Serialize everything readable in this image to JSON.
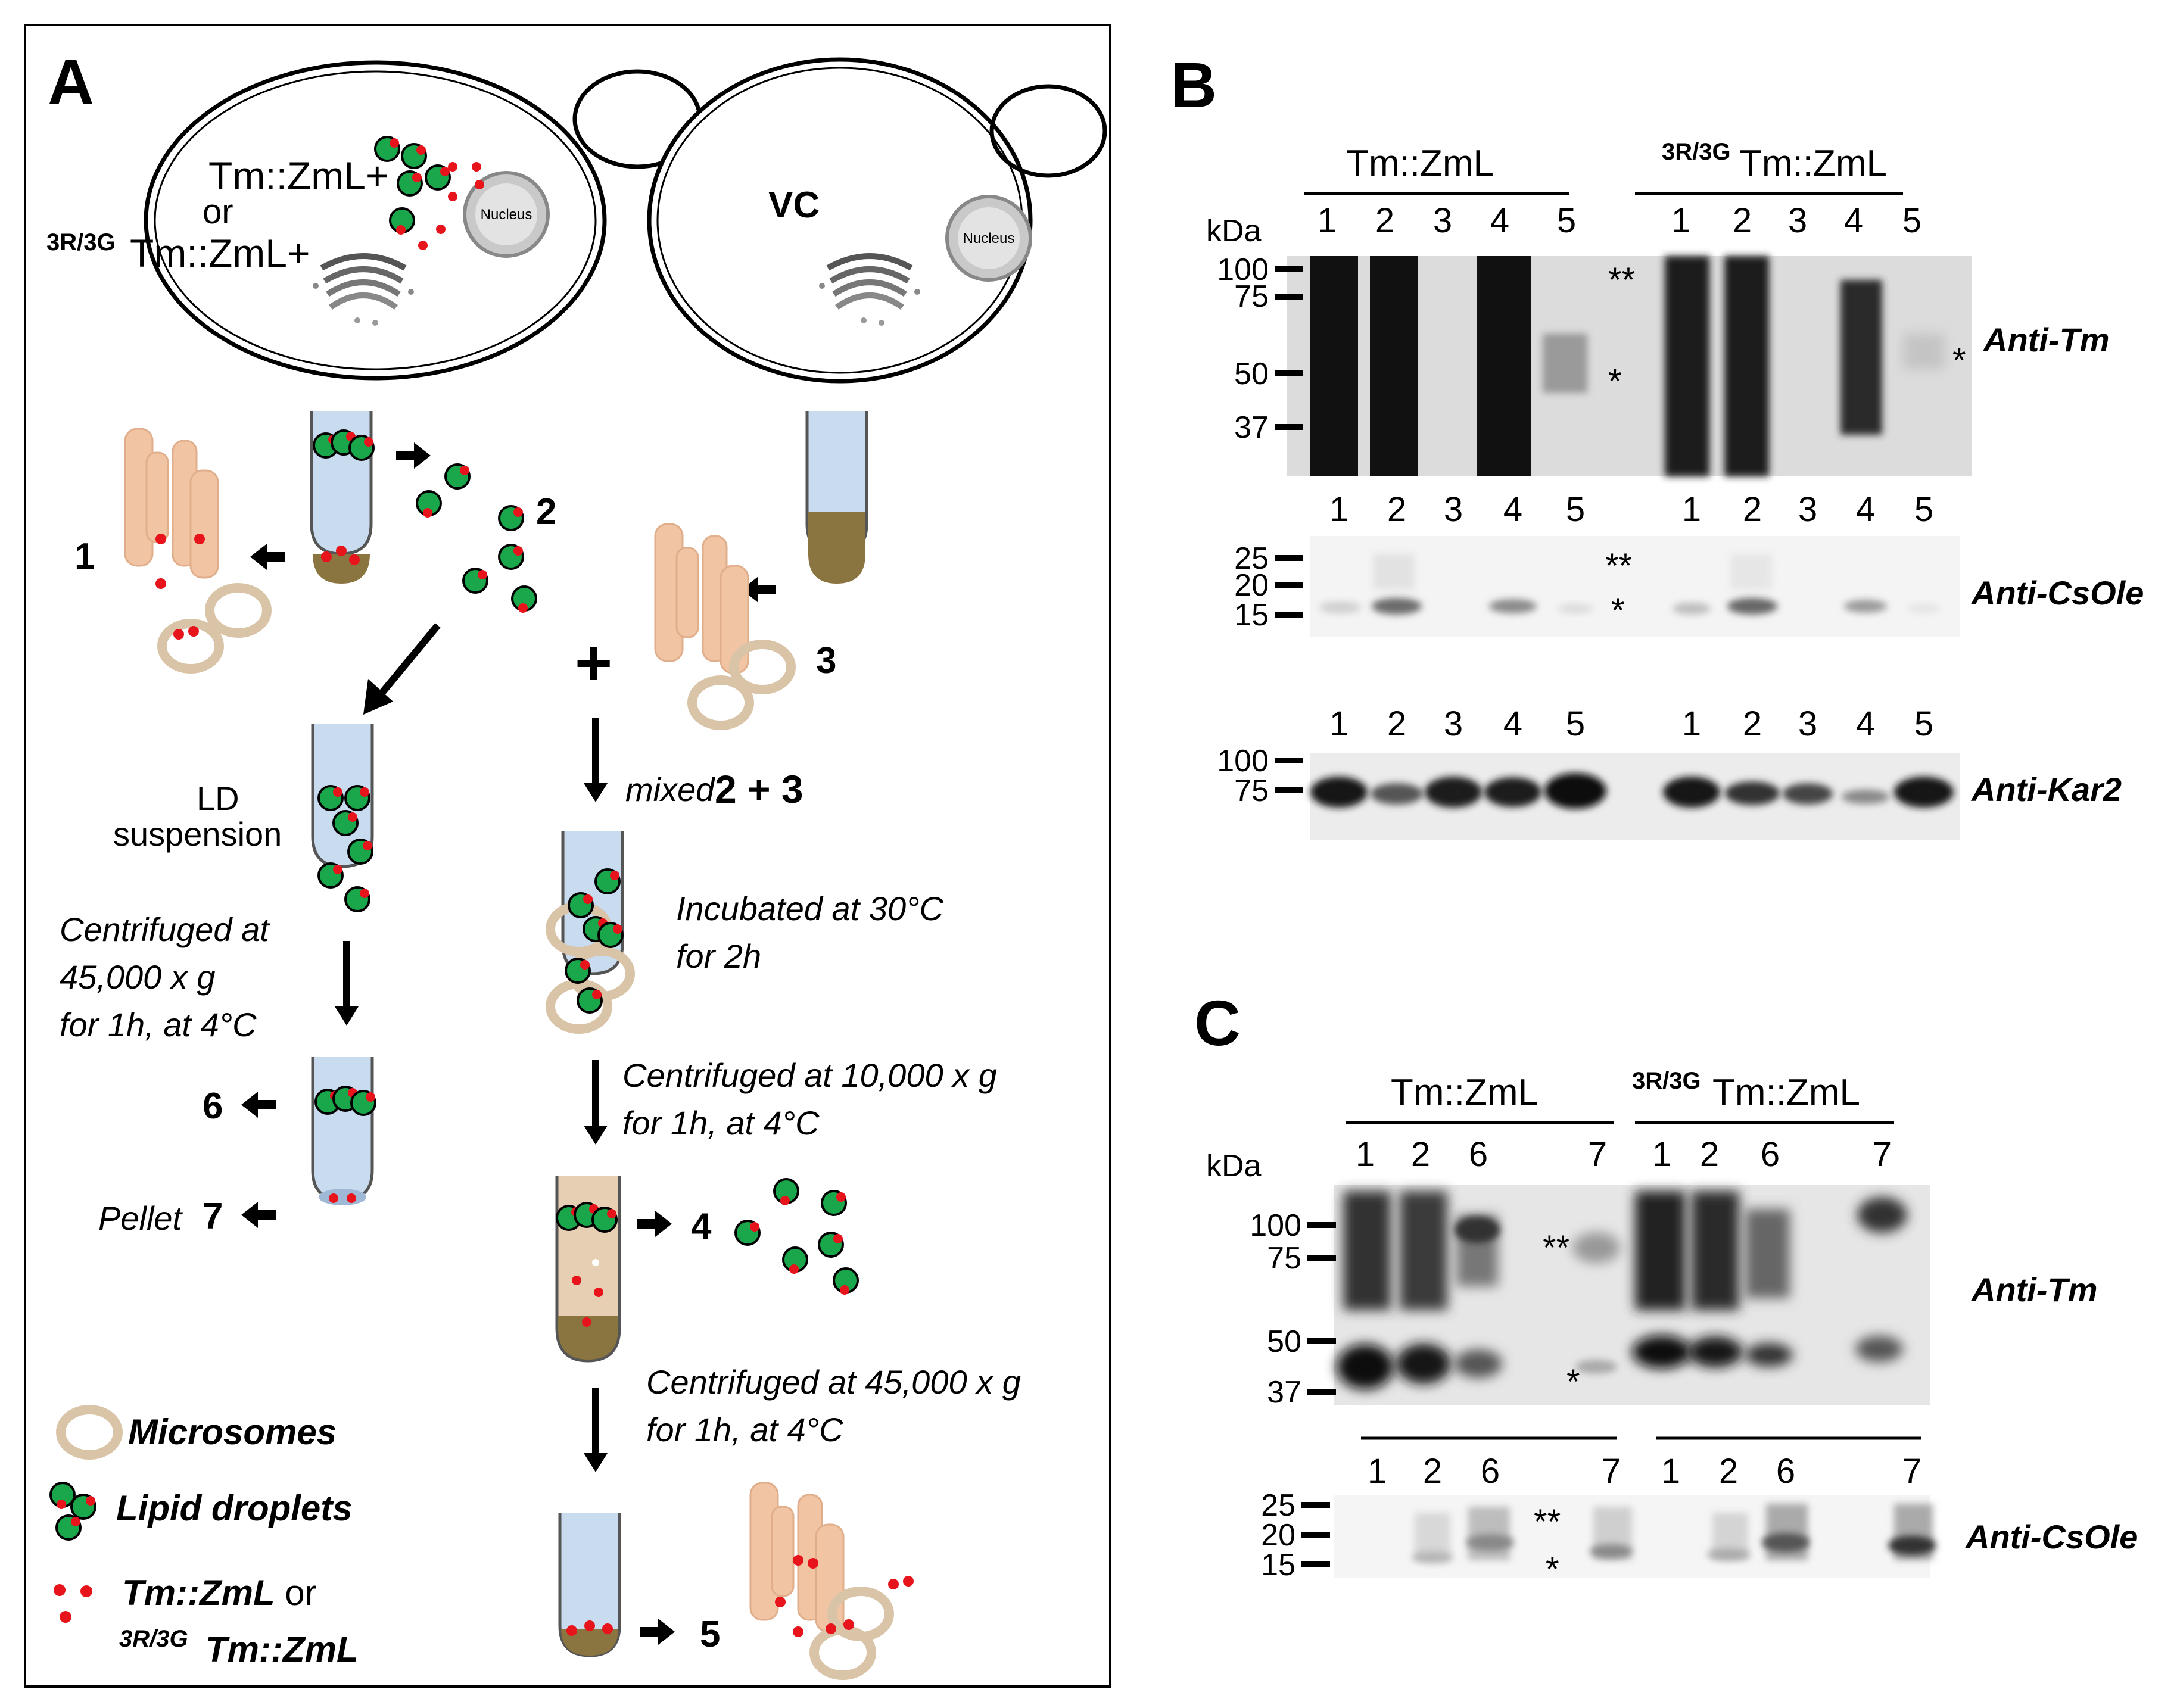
{
  "panel_a": {
    "letter": "A",
    "cell1": {
      "line1": "Tm::ZmL+",
      "line2": "or",
      "sup": "3R/3G",
      "line3": "Tm::ZmL+",
      "nucleus": "Nucleus"
    },
    "cell2": {
      "label": "VC",
      "nucleus": "Nucleus"
    },
    "fractions": {
      "f1": "1",
      "f2": "2",
      "f3": "3",
      "f4": "4",
      "f5": "5",
      "f6": "6",
      "f7": "7"
    },
    "plus": "+",
    "mixed_prefix": "mixed",
    "mixed_bold": "2 + 3",
    "ld_suspension_1": "LD",
    "ld_suspension_2": "suspension",
    "incubated_1": "Incubated at 30°C",
    "incubated_2": "for 2h",
    "centrifuged_left_1": "Centrifuged at",
    "centrifuged_left_2": "45,000 x g",
    "centrifuged_left_3": "for 1h, at 4°C",
    "centrifuged_mid_1": "Centrifuged at 10,000 x g",
    "centrifuged_mid_2": "for 1h, at 4°C",
    "centrifuged_bot_1": "Centrifuged at 45,000 x g",
    "centrifuged_bot_2": "for 1h, at 4°C",
    "pellet": "Pellet",
    "legend": {
      "microsomes": "Microsomes",
      "lipid_droplets": "Lipid droplets",
      "protein_1": "Tm::ZmL",
      "protein_or": " or",
      "protein_sup": "3R/3G",
      "protein_2": "Tm::ZmL"
    }
  },
  "panel_b": {
    "letter": "B",
    "group1": "Tm::ZmL",
    "group2_sup": "3R/3G",
    "group2": "Tm::ZmL",
    "kda": "kDa",
    "lanes": [
      "1",
      "2",
      "3",
      "4",
      "5"
    ],
    "blot1": {
      "label": "Anti-Tm",
      "markers": [
        "100",
        "75",
        "50",
        "37"
      ]
    },
    "blot2": {
      "label": "Anti-CsOle",
      "markers": [
        "25",
        "20",
        "15"
      ]
    },
    "blot3": {
      "label": "Anti-Kar2",
      "markers": [
        "100",
        "75"
      ]
    },
    "double_star": "**",
    "single_star": "*"
  },
  "panel_c": {
    "letter": "C",
    "group1": "Tm::ZmL",
    "group2_sup": "3R/3G",
    "group2": "Tm::ZmL",
    "kda": "kDa",
    "lanes": [
      "1",
      "2",
      "6",
      "7"
    ],
    "blot1": {
      "label": "Anti-Tm",
      "markers": [
        "100",
        "75",
        "50",
        "37"
      ]
    },
    "blot2": {
      "label": "Anti-CsOle",
      "markers": [
        "25",
        "20",
        "15"
      ]
    },
    "double_star": "**",
    "single_star": "*"
  },
  "colors": {
    "lipid_droplet": "#1aa64a",
    "protein_dot": "#e8141c",
    "microsome": "#d9c4a8",
    "er_membrane": "#f1c4a4",
    "tube_liquid": "#c8dbef",
    "tube_pellet": "#8a7440"
  }
}
